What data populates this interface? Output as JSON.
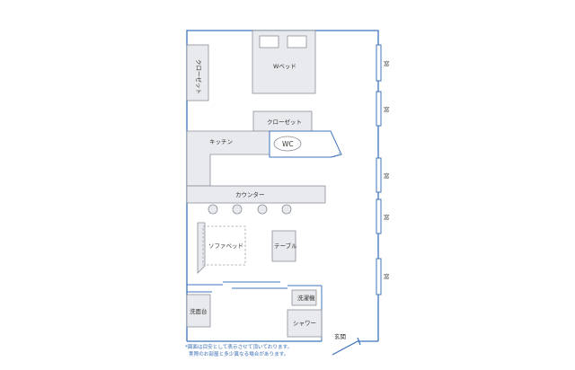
{
  "colors": {
    "wall": "#3f74bd",
    "fixture_fill": "#e8eaee",
    "fixture_stroke": "#8a8f99",
    "dash": "#9aa0a8",
    "note_text": "#3a6fb5"
  },
  "labels": {
    "window": "窓",
    "closet_left": "クローゼット",
    "double_bed": "Wベッド",
    "closet_center": "クローゼット",
    "kitchen": "キッチン",
    "wc": "WC",
    "counter": "カウンター",
    "sofa_bed": "ソファベッド",
    "table": "テーブル",
    "washing_machine": "洗濯機",
    "shower": "シャワー",
    "washbasin": "洗面台",
    "entrance": "玄関"
  },
  "note": {
    "line1": "*図面は目安として表示させて頂いております。",
    "line2": "実際のお部屋と多少異なる場合があります。"
  }
}
